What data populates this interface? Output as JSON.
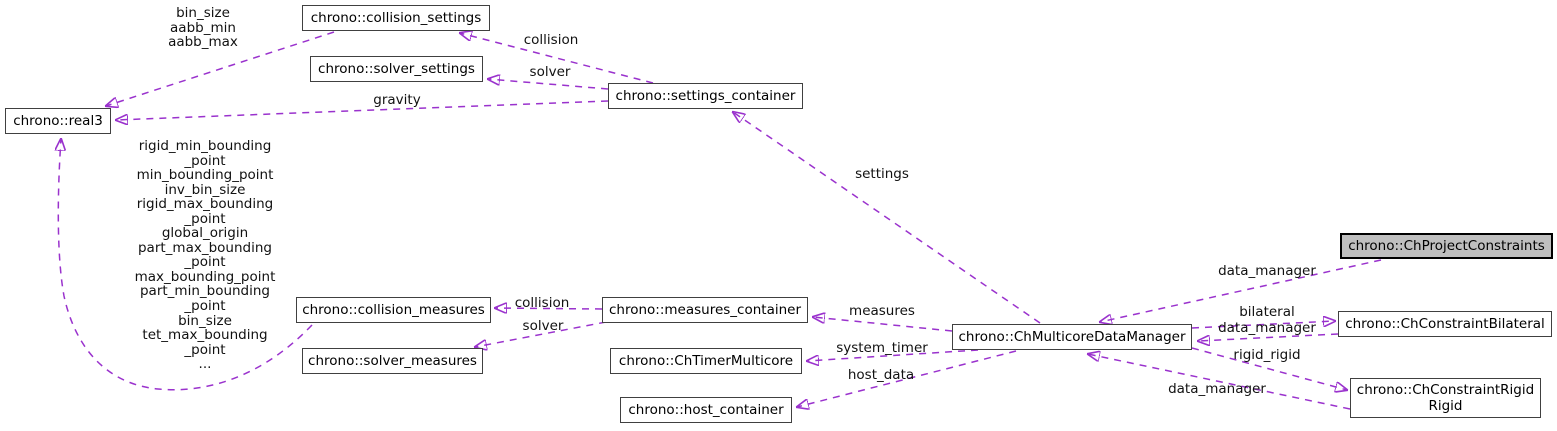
{
  "diagram": {
    "kind": "collaboration-graph",
    "colors": {
      "edge": "#9a32cd",
      "node_border": "#404040",
      "node_fill": "#ffffff",
      "highlight_fill": "#bfbfbf",
      "text": "#000000",
      "background": "#ffffff"
    },
    "nodes": {
      "collision_settings": {
        "label": "chrono::collision_settings"
      },
      "solver_settings": {
        "label": "chrono::solver_settings"
      },
      "settings_container": {
        "label": "chrono::settings_container"
      },
      "real3": {
        "label": "chrono::real3"
      },
      "collision_measures": {
        "label": "chrono::collision_measures"
      },
      "solver_measures": {
        "label": "chrono::solver_measures"
      },
      "measures_container": {
        "label": "chrono::measures_container"
      },
      "timer_multicore": {
        "label": "chrono::ChTimerMulticore"
      },
      "host_container": {
        "label": "chrono::host_container"
      },
      "data_manager": {
        "label": "chrono::ChMulticoreDataManager"
      },
      "project_constraints": {
        "label": "chrono::ChProjectConstraints"
      },
      "constraint_bilateral": {
        "label": "chrono::ChConstraintBilateral"
      },
      "constraint_rigid_rigid": {
        "label": "chrono::ChConstraintRigid\nRigid"
      }
    },
    "edge_labels": {
      "bin_aabb": {
        "text": "bin_size\naabb_min\naabb_max"
      },
      "collision_top": {
        "text": "collision"
      },
      "solver_top": {
        "text": "solver"
      },
      "gravity": {
        "text": "gravity"
      },
      "settings": {
        "text": "settings"
      },
      "real3_fields": {
        "text": "rigid_min_bounding\n_point\nmin_bounding_point\ninv_bin_size\nrigid_max_bounding\n_point\nglobal_origin\npart_max_bounding\n_point\nmax_bounding_point\npart_min_bounding\n_point\nbin_size\ntet_max_bounding\n_point\n..."
      },
      "collision_mid": {
        "text": "collision"
      },
      "solver_mid": {
        "text": "solver"
      },
      "measures": {
        "text": "measures"
      },
      "system_timer": {
        "text": "system_timer"
      },
      "host_data": {
        "text": "host_data"
      },
      "data_manager_top": {
        "text": "data_manager"
      },
      "bilateral": {
        "text": "bilateral"
      },
      "data_manager_mid": {
        "text": "data_manager"
      },
      "rigid_rigid": {
        "text": "rigid_rigid"
      },
      "data_manager_bottom": {
        "text": "data_manager"
      }
    }
  }
}
